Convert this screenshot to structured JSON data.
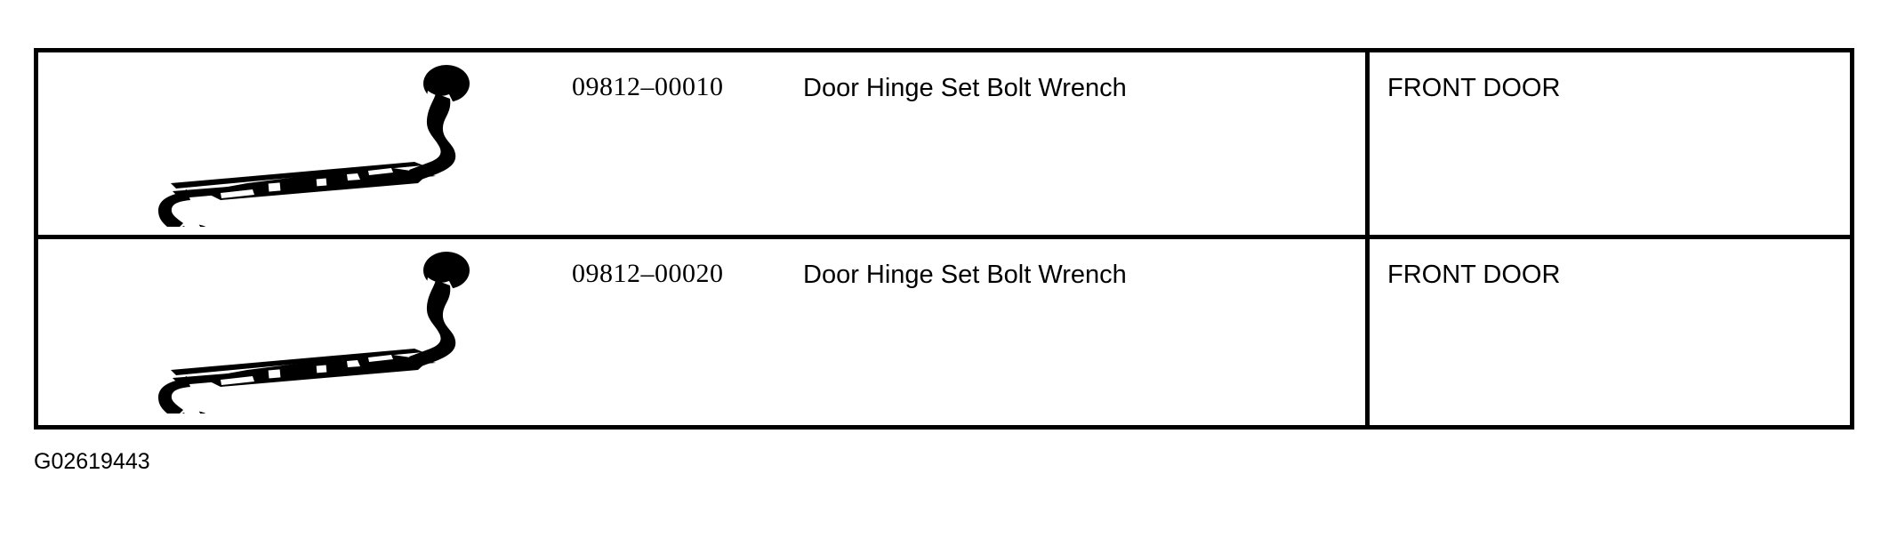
{
  "document": {
    "caption": "G02619443",
    "accent_color": "#000000",
    "background_color": "#ffffff"
  },
  "table": {
    "rows": [
      {
        "figure": "offset-double-box-end-wrench",
        "part_number": "09812–00010",
        "description": "Door Hinge Set Bolt Wrench",
        "application": "FRONT DOOR"
      },
      {
        "figure": "offset-double-box-end-wrench",
        "part_number": "09812–00020",
        "description": "Door Hinge Set Bolt Wrench",
        "application": "FRONT DOOR"
      }
    ]
  }
}
